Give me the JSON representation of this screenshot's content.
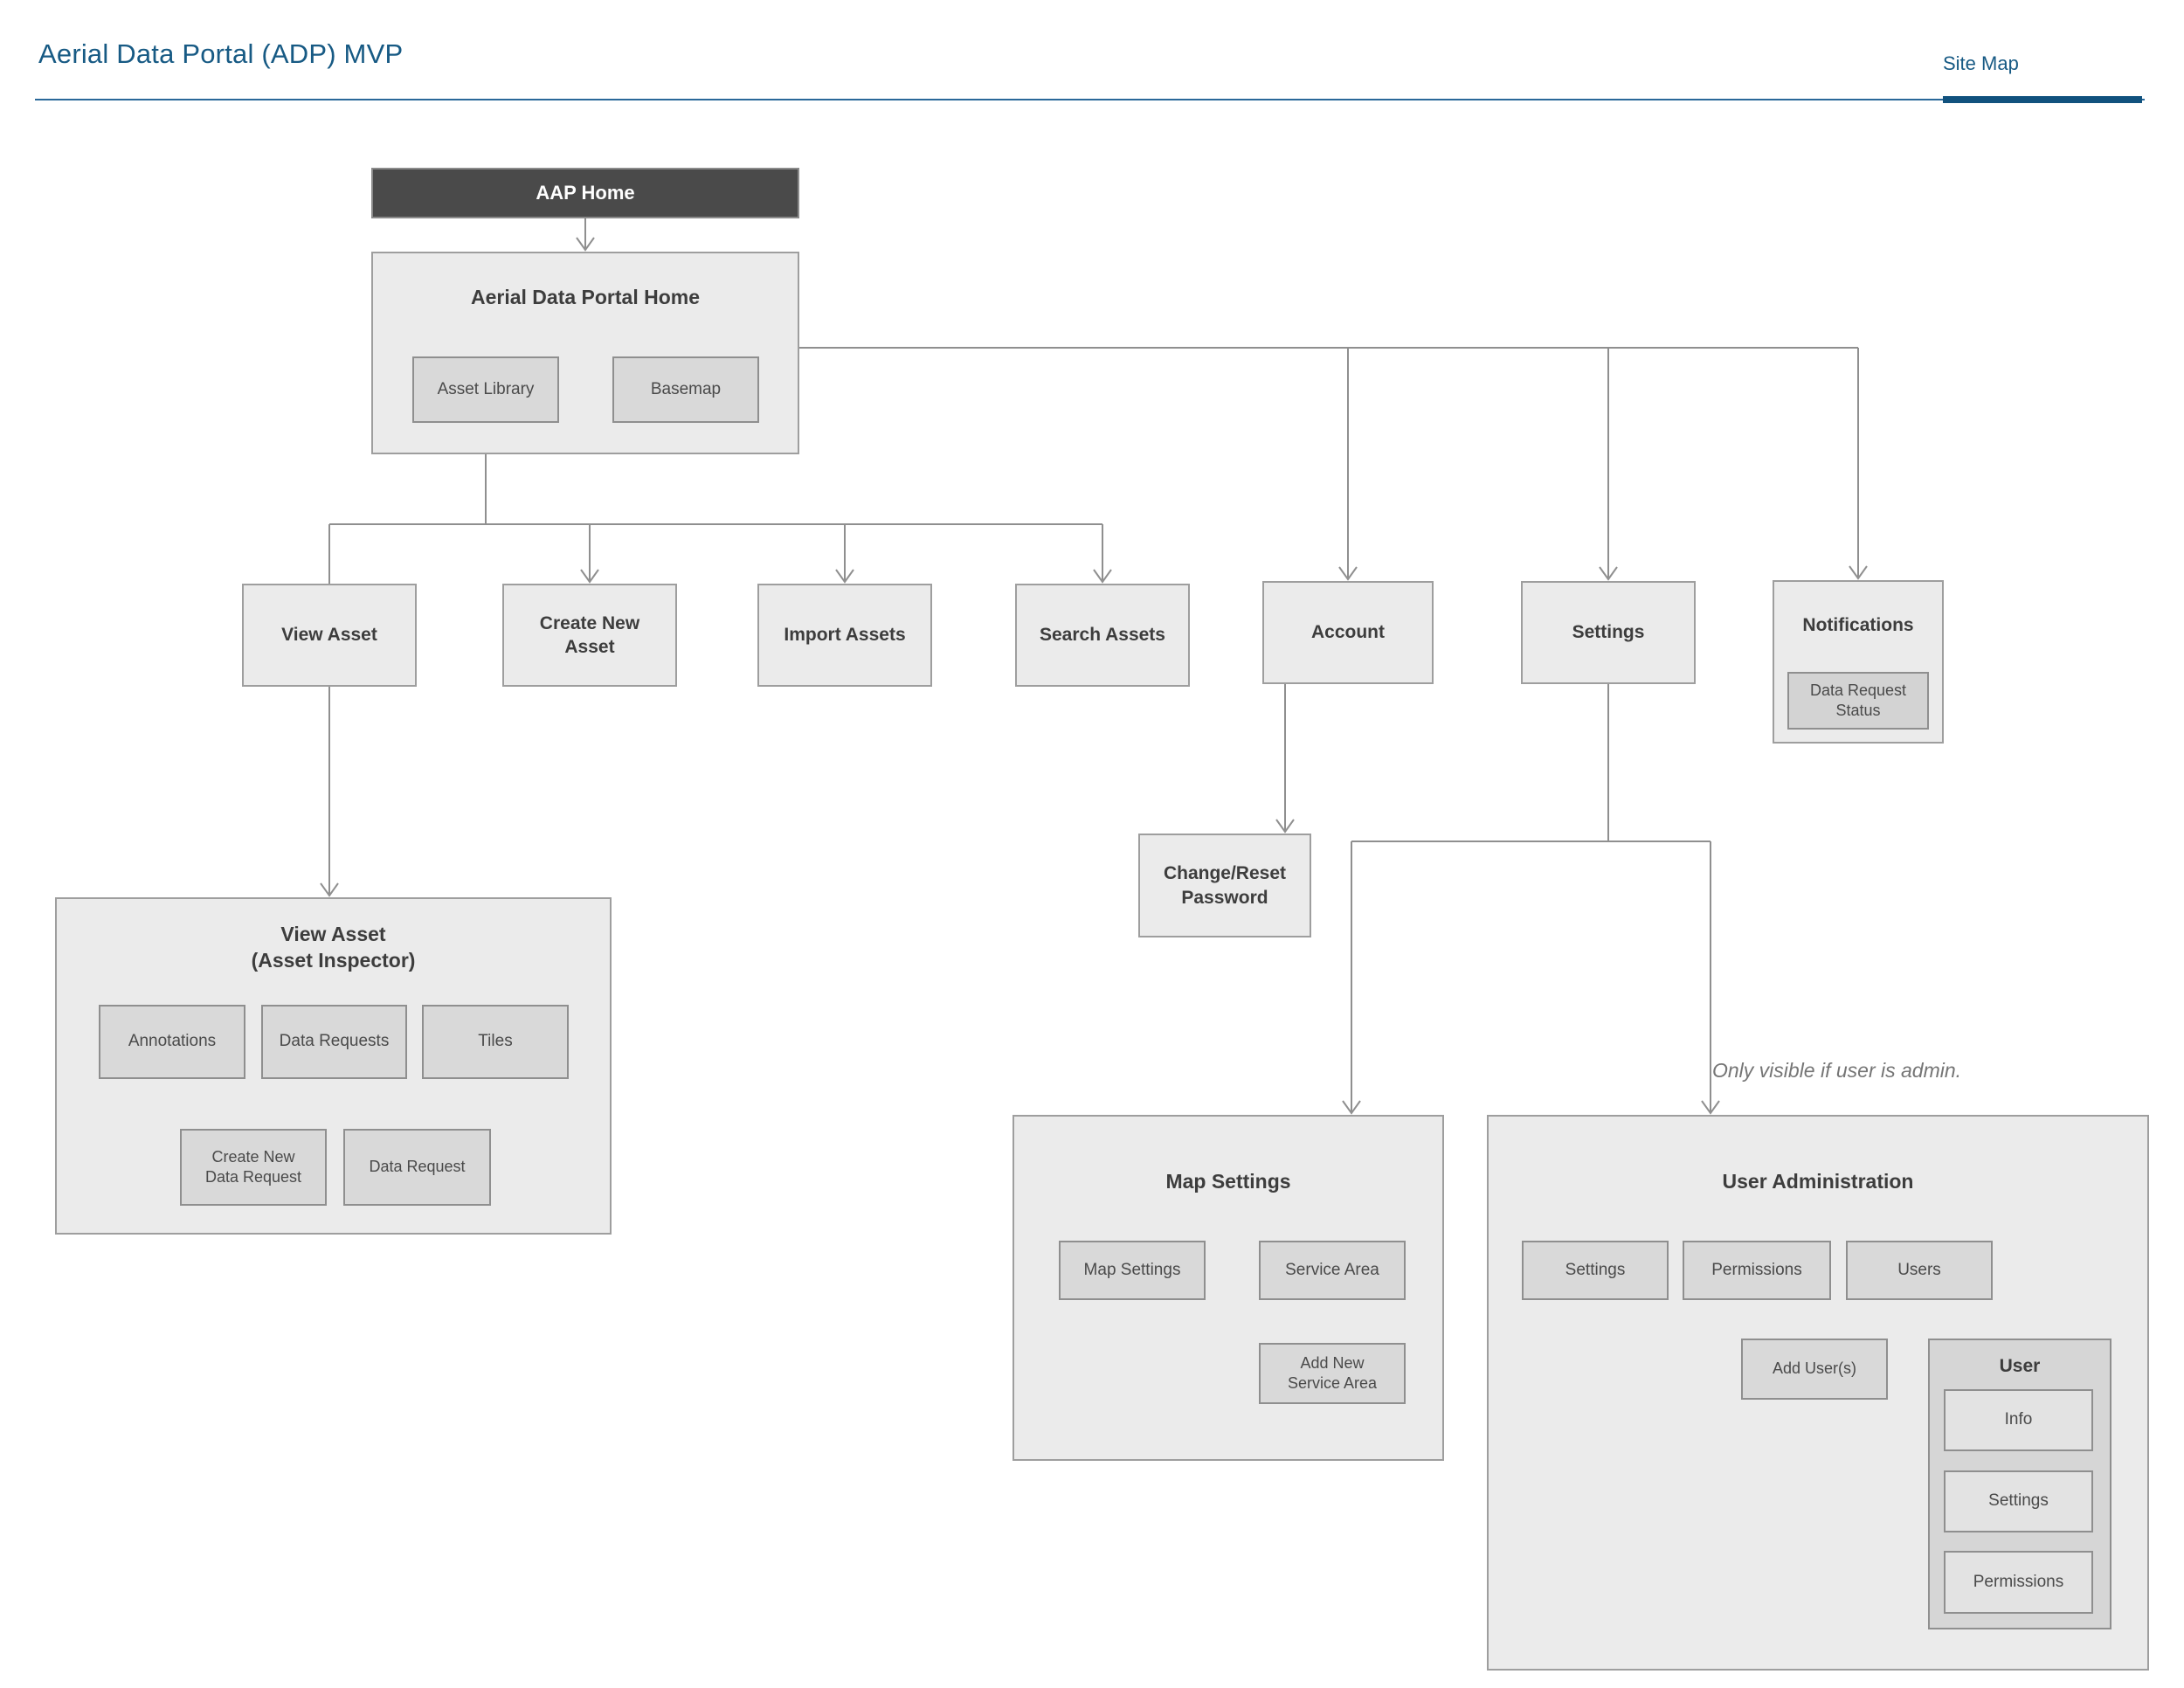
{
  "header": {
    "title": "Aerial Data Portal (ADP) MVP",
    "tab": "Site Map"
  },
  "colors": {
    "accent": "#175a84",
    "accent-dark": "#11527e",
    "rule": "#2a6899",
    "dark-box": "#4a4a4a",
    "panel-bg": "#ebebeb",
    "button-bg": "#d9d9d9",
    "line": "#8f8f8f"
  },
  "diagram": {
    "aap_home": {
      "label": "AAP Home"
    },
    "adp_home": {
      "title": "Aerial Data Portal Home",
      "asset_library": "Asset Library",
      "basemap": "Basemap"
    },
    "level2": {
      "view_asset": "View Asset",
      "create_new_asset": "Create New\nAsset",
      "import_assets": "Import Assets",
      "search_assets": "Search Assets",
      "account": "Account",
      "settings": "Settings",
      "notifications": "Notifications",
      "data_request_status": "Data Request\nStatus"
    },
    "inspector": {
      "title": "View Asset\n(Asset Inspector)",
      "annotations": "Annotations",
      "data_requests": "Data Requests",
      "tiles": "Tiles",
      "create_new_data_request": "Create New\nData Request",
      "data_request": "Data Request"
    },
    "password": {
      "label": "Change/Reset\nPassword"
    },
    "map_settings": {
      "title": "Map Settings",
      "map_settings": "Map Settings",
      "service_area": "Service Area",
      "add_new_service_area": "Add New\nService Area"
    },
    "user_admin": {
      "title": "User Administration",
      "note": "Only visible if user is admin.",
      "settings": "Settings",
      "permissions": "Permissions",
      "users": "Users",
      "add_users": "Add User(s)",
      "user": {
        "title": "User",
        "info": "Info",
        "settings": "Settings",
        "permissions": "Permissions"
      }
    }
  }
}
